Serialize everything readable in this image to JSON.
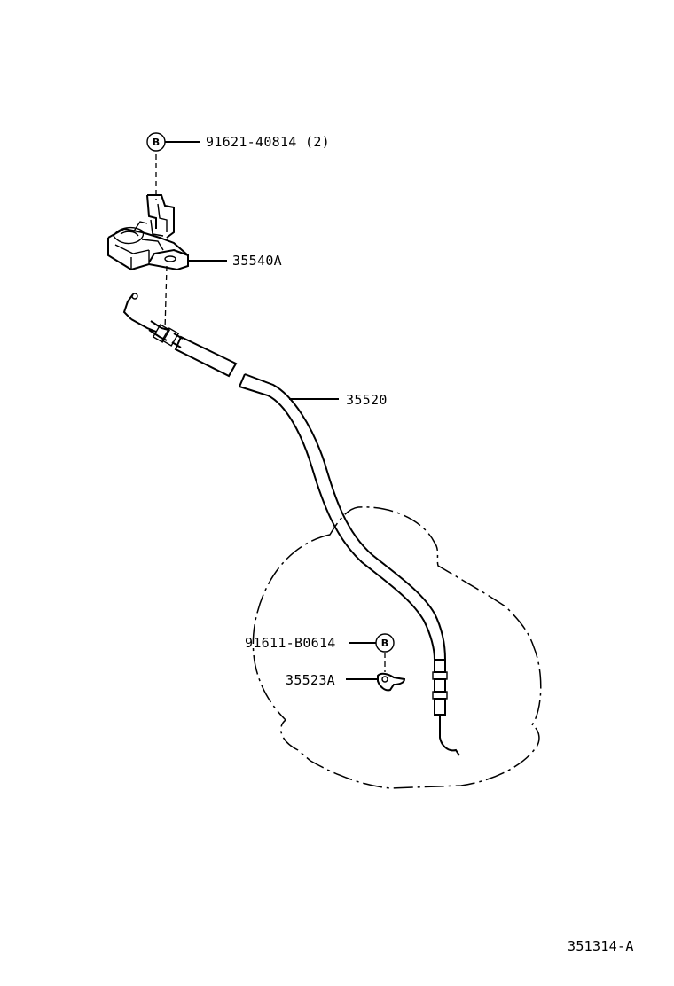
{
  "parts": [
    {
      "id": "bolt_top",
      "number": "91621-40814",
      "qty": "(2)",
      "callout": "B"
    },
    {
      "id": "bracket",
      "number": "35540A"
    },
    {
      "id": "cable",
      "number": "35520"
    },
    {
      "id": "bolt_bottom",
      "number": "91611-B0614",
      "callout": "B"
    },
    {
      "id": "clamp",
      "number": "35523A"
    }
  ],
  "diagram_code": "351314-A"
}
